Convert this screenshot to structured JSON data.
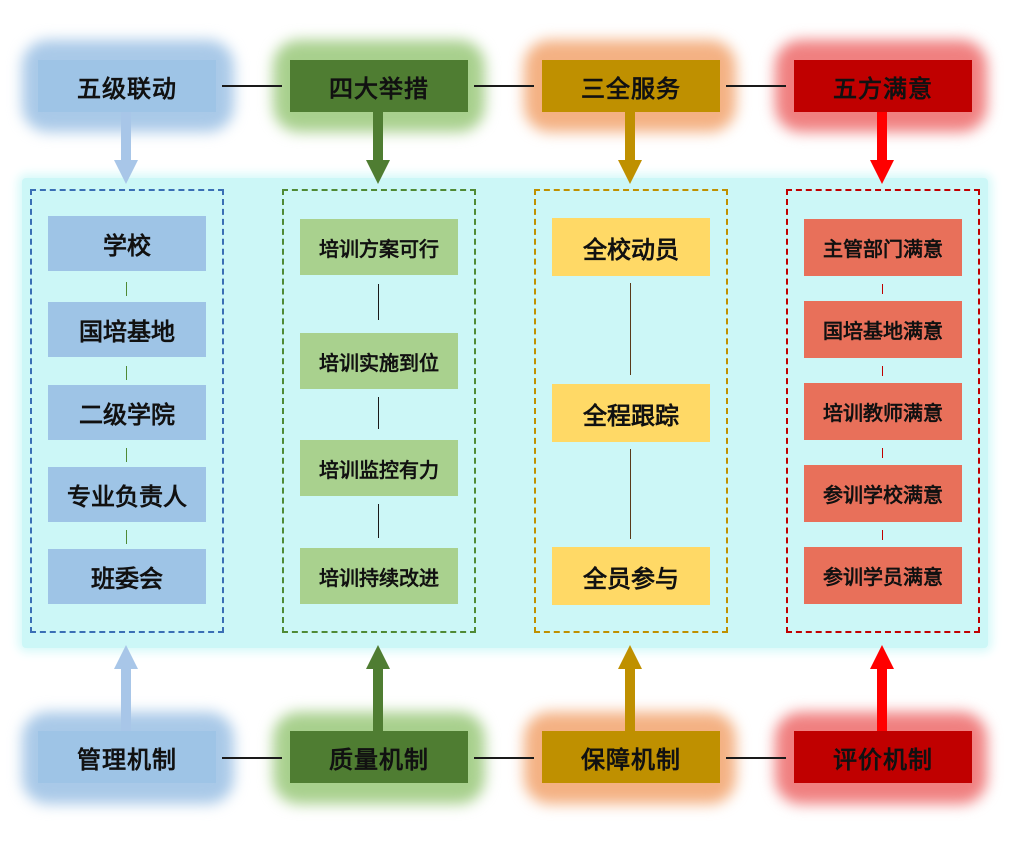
{
  "columns": [
    {
      "top_label": "五级联动",
      "bottom_label": "管理机制",
      "items": [
        "学校",
        "国培基地",
        "二级学院",
        "专业负责人",
        "班委会"
      ],
      "colors": {
        "box": "#9ec4e6",
        "glow": "#a9c9e8",
        "text": "#111111",
        "border": "#3a6fb5",
        "arrow": "#a8c6e8",
        "item": "#9ec4e6"
      }
    },
    {
      "top_label": "四大举措",
      "bottom_label": "质量机制",
      "items": [
        "培训方案可行",
        "培训实施到位",
        "培训监控有力",
        "培训持续改进"
      ],
      "colors": {
        "box": "#4f7d32",
        "glow": "#a8d08d",
        "text": "#111111",
        "border": "#4f8a35",
        "arrow": "#4f7d32",
        "item": "#a9d18e"
      }
    },
    {
      "top_label": "三全服务",
      "bottom_label": "保障机制",
      "items": [
        "全校动员",
        "全程跟踪",
        "全员参与"
      ],
      "colors": {
        "box": "#bf9000",
        "glow": "#f4b183",
        "text": "#111111",
        "border": "#bf9000",
        "arrow": "#bf9000",
        "item": "#ffd966"
      }
    },
    {
      "top_label": "五方满意",
      "bottom_label": "评价机制",
      "items": [
        "主管部门满意",
        "国培基地满意",
        "培训教师满意",
        "参训学校满意",
        "参训学员满意"
      ],
      "colors": {
        "box": "#c00000",
        "glow": "#f08080",
        "text": "#111111",
        "border": "#c00000",
        "arrow": "#ff0000",
        "item": "#e8705a"
      }
    }
  ]
}
